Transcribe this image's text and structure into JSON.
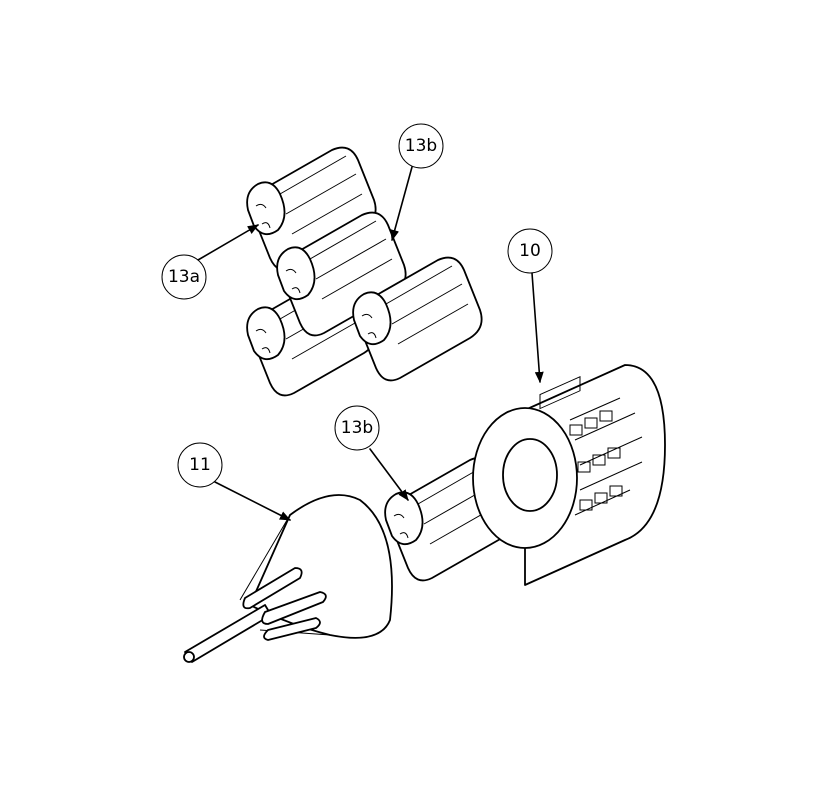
{
  "diagram": {
    "callouts": [
      {
        "id": "c1",
        "text": "13b"
      },
      {
        "id": "c2",
        "text": "13a"
      },
      {
        "id": "c3",
        "text": "10"
      },
      {
        "id": "c4",
        "text": "13b"
      },
      {
        "id": "c5",
        "text": "11"
      }
    ]
  }
}
